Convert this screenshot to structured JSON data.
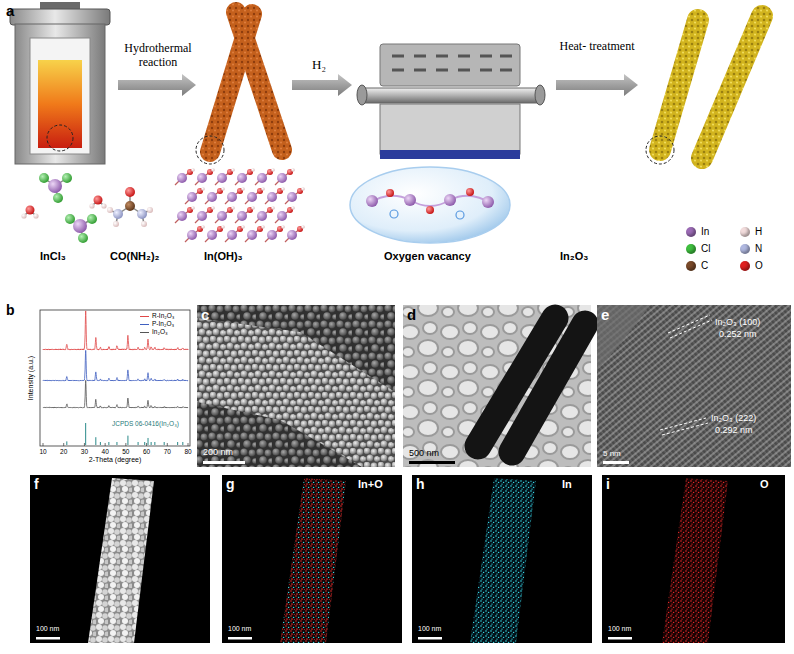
{
  "diagram": {
    "nodes": [
      {
        "text": [
          "c",
          "200 nm"
        ]
      },
      {
        "text": [
          "d",
          "500 nm"
        ]
      },
      {
        "text": [
          "e",
          "In₂O₃ (100)",
          "0.252 nm",
          "In₂O₃ (222)",
          "0.292 nm",
          "5 nm"
        ]
      },
      {
        "text": [
          "f",
          "100 nm"
        ]
      },
      {
        "text": [
          "g",
          "In+O",
          "100 nm"
        ]
      },
      {
        "text": [
          "h",
          "In",
          "100 nm"
        ]
      },
      {
        "text": [
          "i",
          "O",
          "100 nm"
        ]
      }
    ],
    "labels": [
      "a",
      "Hydrothermal reaction",
      "H₂",
      "Heat- treatment",
      "InCl₃",
      "CO(NH₂)₂",
      "In(OH)₃",
      "Oxygen vacancy",
      "In₂O₃",
      "b",
      "Intensity (a.u.)",
      "2-Theta (degree)",
      "10",
      "20",
      "30",
      "40",
      "50",
      "60",
      "70",
      "80",
      "JCPDS 06-0416(In₂O₃)"
    ],
    "legend": [
      {
        "text": "In",
        "color": "#9b6bb5"
      },
      {
        "text": "H",
        "color": "#f2dcdc"
      },
      {
        "text": "Cl",
        "color": "#3fbf3f"
      },
      {
        "text": "N",
        "color": "#b0b8e0"
      },
      {
        "text": "C",
        "color": "#7a4a2a"
      },
      {
        "text": "O",
        "color": "#e02020"
      },
      {
        "text": "R-In₂O₃"
      },
      {
        "text": "P-In₂O₃"
      },
      {
        "text": "In₂O₃"
      }
    ]
  }
}
